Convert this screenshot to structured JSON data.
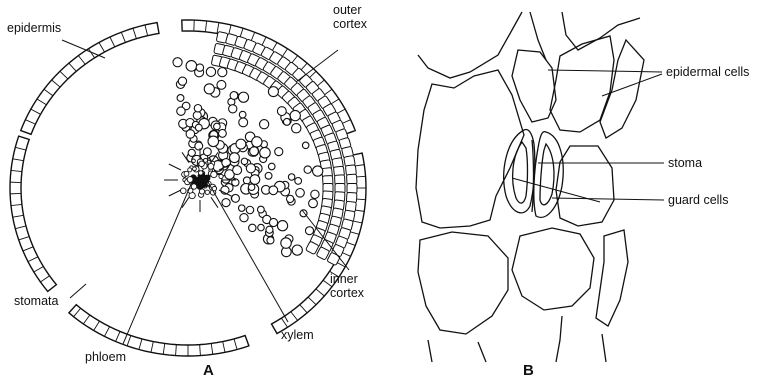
{
  "figure_a": {
    "caption": "A",
    "labels": {
      "epidermis": "epidermis",
      "outer_cortex": "outer\ncortex",
      "stomata": "stomata",
      "phloem": "phloem",
      "xylem": "xylem",
      "inner_cortex": "inner\ncortex"
    }
  },
  "figure_b": {
    "caption": "B",
    "labels": {
      "epidermal_cells": "epidermal cells",
      "stoma": "stoma",
      "guard_cells": "guard cells"
    }
  }
}
